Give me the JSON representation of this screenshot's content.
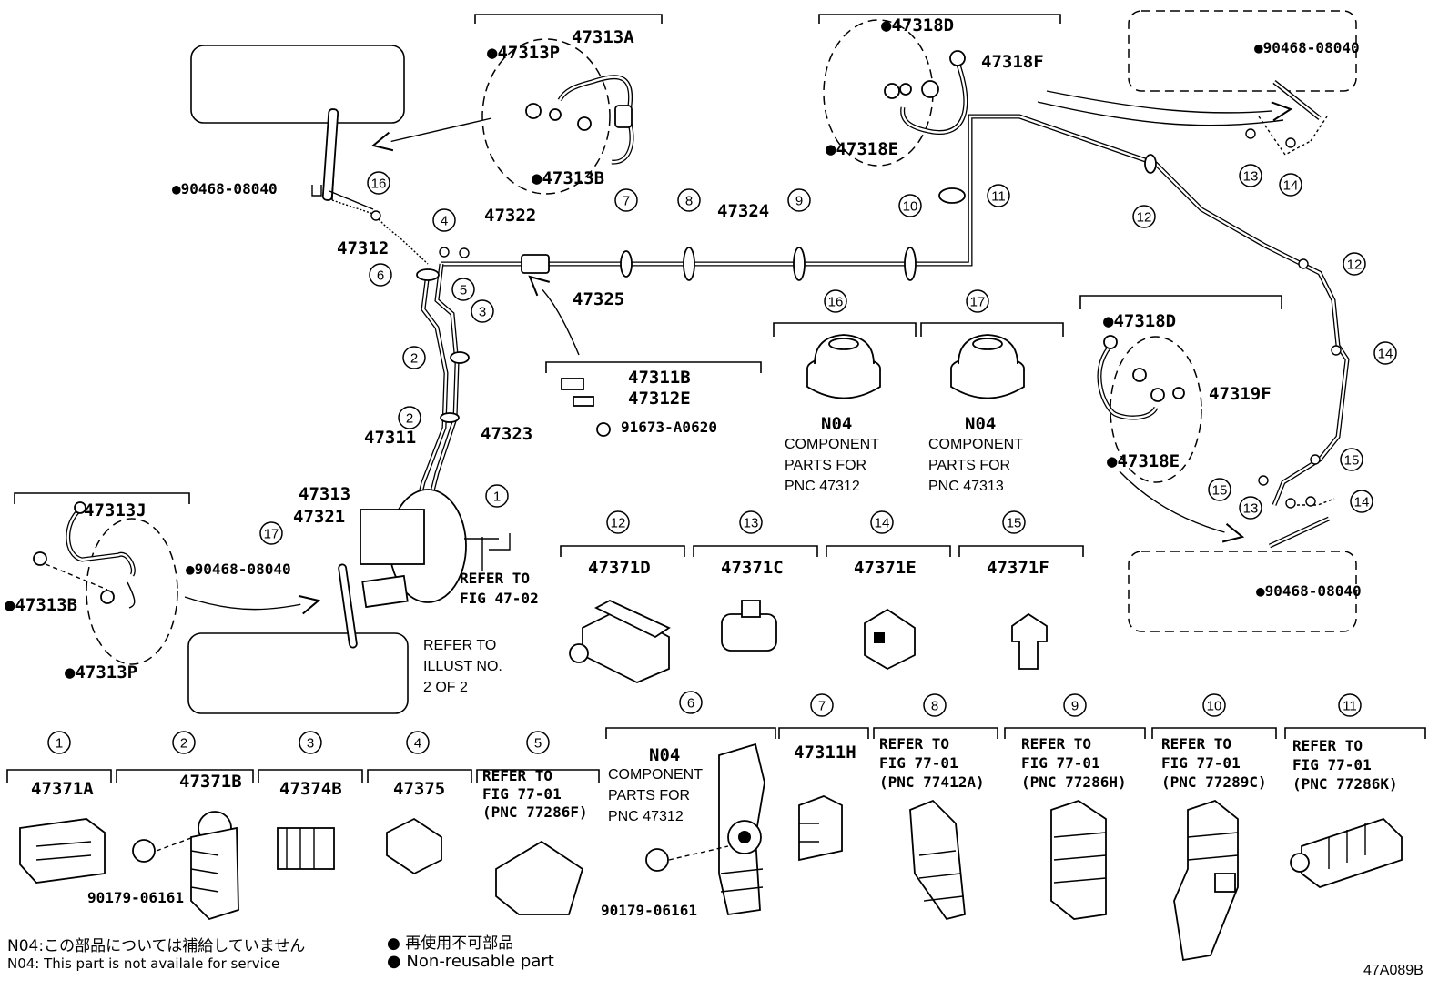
{
  "diagram_code": "47A089B",
  "part_numbers": {
    "p47313A": "47313A",
    "p47313P_top": "●47313P",
    "p47313B_top": "●47313B",
    "p90468_top_left": "●90468-08040",
    "p47318D_top": "●47318D",
    "p47318F": "47318F",
    "p47318E_top": "●47318E",
    "p90468_top_right": "●90468-08040",
    "p47322": "47322",
    "p47324": "47324",
    "p47325": "47325",
    "p47312": "47312",
    "p47311B": "47311B",
    "p47312E": "47312E",
    "p91673": "91673-A0620",
    "p47311": "47311",
    "p47323": "47323",
    "p47313": "47313",
    "p47321": "47321",
    "p47313J": "47313J",
    "p47313B_left": "●47313B",
    "p47313P_left": "●47313P",
    "p90468_mid_left": "●90468-08040",
    "p47318D_right": "●47318D",
    "p47319F": "47319F",
    "p47318E_right": "●47318E",
    "p90468_bottom_right": "●90468-08040"
  },
  "references": {
    "refer_fig_47_02_l1": "REFER TO",
    "refer_fig_47_02_l2": "FIG 47-02",
    "refer_illust_l1": "REFER TO",
    "refer_illust_l2": "ILLUST NO.",
    "refer_illust_l3": "2 OF 2"
  },
  "component_notes": {
    "n16_code": "N04",
    "n16_l1": "COMPONENT",
    "n16_l2": "PARTS FOR",
    "n16_l3": "PNC 47312",
    "n17_code": "N04",
    "n17_l1": "COMPONENT",
    "n17_l2": "PARTS FOR",
    "n17_l3": "PNC 47313",
    "n6_code": "N04",
    "n6_l1": "COMPONENT",
    "n6_l2": "PARTS FOR",
    "n6_l3": "PNC 47312"
  },
  "callouts": [
    "1",
    "2",
    "3",
    "4",
    "5",
    "6",
    "7",
    "8",
    "9",
    "10",
    "11",
    "12",
    "13",
    "14",
    "15",
    "16",
    "17"
  ],
  "clamp_parts": {
    "c12": "47371D",
    "c13": "47371C",
    "c14": "47371E",
    "c15": "47371F",
    "c1": "47371A",
    "c2": "47371B",
    "c2_sub": "90179-06161",
    "c3": "47374B",
    "c4": "47375",
    "c5_l1": "REFER TO",
    "c5_l2": "FIG 77-01",
    "c5_l3": "(PNC 77286F)",
    "c6_sub": "90179-06161",
    "c7": "47311H",
    "c8_l1": "REFER TO",
    "c8_l2": "FIG 77-01",
    "c8_l3": "(PNC 77412A)",
    "c9_l1": "REFER TO",
    "c9_l2": "FIG 77-01",
    "c9_l3": "(PNC 77286H)",
    "c10_l1": "REFER TO",
    "c10_l2": "FIG 77-01",
    "c10_l3": "(PNC 77289C)",
    "c11_l1": "REFER TO",
    "c11_l2": "FIG 77-01",
    "c11_l3": "(PNC 77286K)"
  },
  "legend": {
    "n04_jp": "N04:この部品については補給していません",
    "n04_en": "N04: This part is not availale for service",
    "dot_jp": "● 再使用不可部品",
    "dot_en": "● Non-reusable part"
  }
}
